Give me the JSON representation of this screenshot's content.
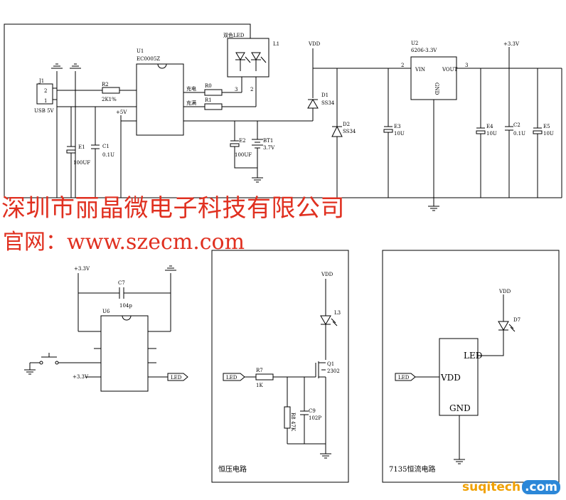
{
  "watermark": {
    "company": "深圳市丽晶微电子科技有限公司",
    "website": "官网：www.szecm.com"
  },
  "brand": {
    "part1": "suqitech",
    "part2": ".com"
  },
  "top": {
    "j1": {
      "ref": "J1",
      "name": "USB 5V",
      "pin1": "1",
      "pin2": "2"
    },
    "r2": {
      "ref": "R2",
      "value": "2K1%"
    },
    "e1": {
      "ref": "E1",
      "value": "100UF"
    },
    "c1": {
      "ref": "C1",
      "value": "0.1U"
    },
    "u1": {
      "ref": "U1",
      "part": "EC0005Z",
      "charge": "充电",
      "full": "充满"
    },
    "p5v": "+5V",
    "r0": {
      "ref": "R0"
    },
    "r1": {
      "ref": "R1"
    },
    "l1": {
      "ref": "L1",
      "title": "双色LED",
      "pin2": "2",
      "pin3": "3"
    },
    "vdd": "VDD",
    "d1": {
      "ref": "D1",
      "part": "SS34"
    },
    "d2": {
      "ref": "D2",
      "part": "SS34"
    },
    "e2": {
      "ref": "E2",
      "value": "100UF"
    },
    "bt1": {
      "ref": "BT1",
      "value": "3.7V"
    },
    "e3": {
      "ref": "E3",
      "value": "10U"
    },
    "u2": {
      "ref": "U2",
      "part": "6206-3.3V",
      "vin": "VIN",
      "vout": "VOUT",
      "gnd": "GND",
      "pin2": "2",
      "pin3": "3"
    },
    "p33": "+3.3V",
    "e4": {
      "ref": "E4",
      "value": "10U"
    },
    "c2": {
      "ref": "C2",
      "value": "0.1U"
    },
    "e5": {
      "ref": "E5",
      "value": "10U"
    }
  },
  "bottom_left": {
    "p33": "+3.3V",
    "c7": {
      "ref": "C7",
      "value": "104p"
    },
    "u6": {
      "ref": "U6"
    },
    "p33b": "+3.3V",
    "led_port": "LED"
  },
  "constant_voltage": {
    "title": "恒压电路",
    "vdd": "VDD",
    "l3": "L3",
    "q": {
      "ref": "Q1",
      "part": "2302"
    },
    "led_port": "LED",
    "r7": {
      "ref": "R7",
      "value": "1K"
    },
    "r8": {
      "ref": "R8",
      "value": "47K"
    },
    "c9": {
      "ref": "C9",
      "value": "102P"
    }
  },
  "constant_current": {
    "title": "7135恒流电路",
    "vdd": "VDD",
    "d": "D7",
    "led_port": "LED",
    "chip_led": "LED",
    "chip_vdd": "VDD",
    "chip_gnd": "GND"
  }
}
